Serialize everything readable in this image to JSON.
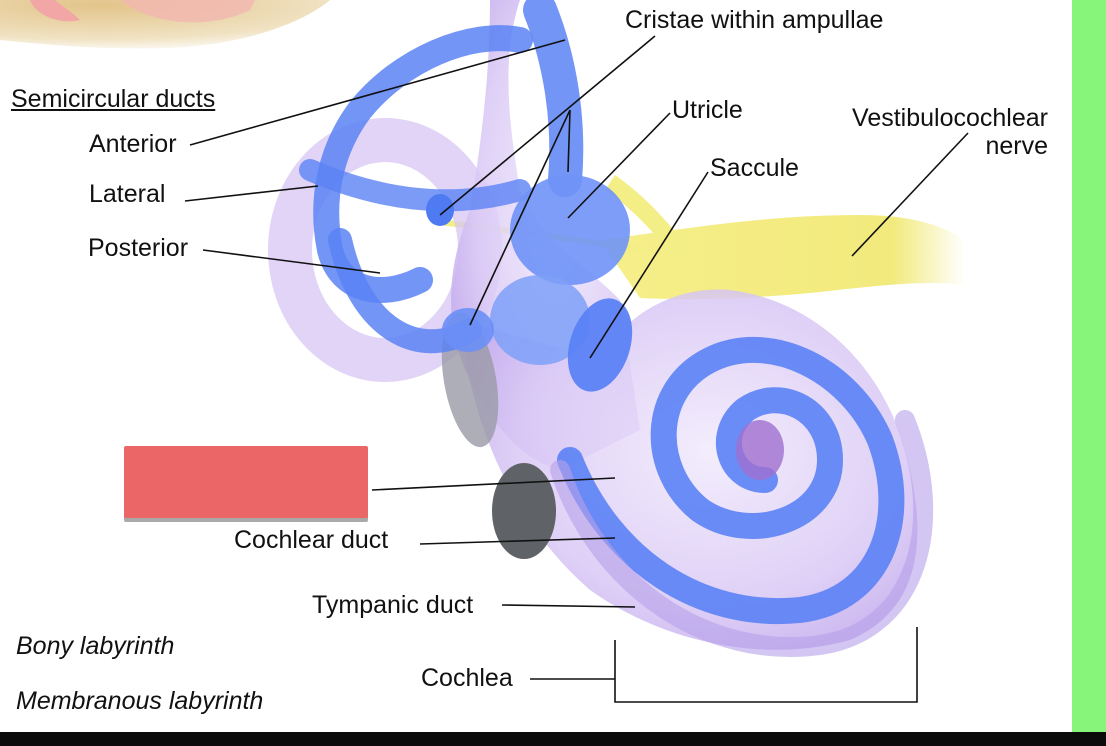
{
  "labels": {
    "semicircular_ducts": "Semicircular ducts",
    "anterior": "Anterior",
    "lateral": "Lateral",
    "posterior": "Posterior",
    "cristae": "Cristae within ampullae",
    "utricle": "Utricle",
    "saccule": "Saccule",
    "vestibulocochlear_line1": "Vestibulocochlear",
    "vestibulocochlear_line2": "nerve",
    "cochlear_duct": "Cochlear duct",
    "tympanic_duct": "Tympanic duct",
    "cochlea": "Cochlea",
    "bony_labyrinth": "Bony labyrinth",
    "membranous_labyrinth": "Membranous labyrinth"
  },
  "colors": {
    "membranous_blue": "#5b82f5",
    "bony_lavender": "#c9b3ef",
    "nerve_yellow": "#f3ee85",
    "side_bar_green": "#86f57a",
    "hidden_label_box": "#eb6767"
  }
}
